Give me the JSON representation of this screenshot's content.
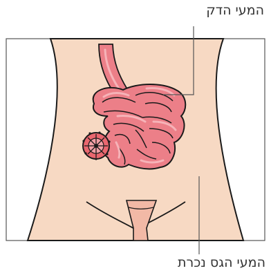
{
  "labels": {
    "small_intestine": "המעי הדק",
    "large_intestine": "המעי הגס נכרת"
  },
  "colors": {
    "skin": "#f7d9c3",
    "intestine": "#ec7f88",
    "intestine_highlight": "#f6b3b8",
    "intestine_mesentery": "#d9606c",
    "leader_line": "#555555",
    "frame": "#555555",
    "outline": "#1a1a1a",
    "stoma": "#e9676f"
  },
  "icons": {
    "stoma": "stoma-icon",
    "torso": "abdomen-figure"
  }
}
